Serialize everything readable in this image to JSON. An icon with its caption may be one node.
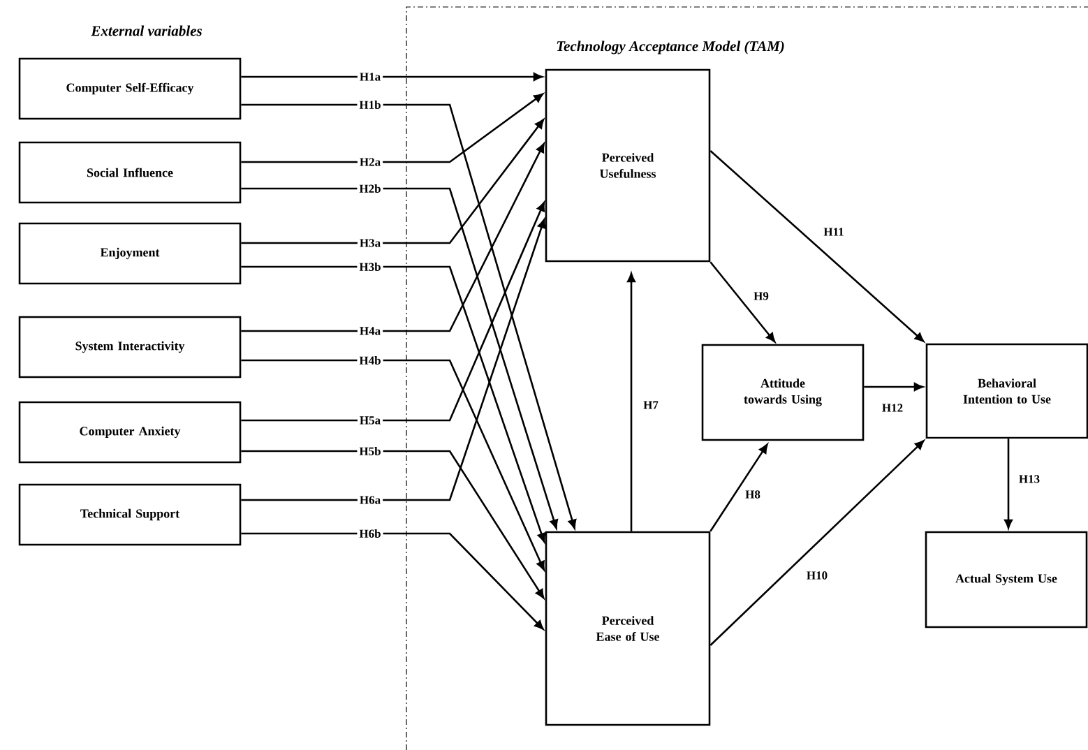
{
  "diagram": {
    "nodes": [
      {
        "text": [
          "Computer Self-Efficacy"
        ]
      },
      {
        "text": [
          "Social Influence"
        ]
      },
      {
        "text": [
          "Enjoyment"
        ]
      },
      {
        "text": [
          "System Interactivity"
        ]
      },
      {
        "text": [
          "Computer Anxiety"
        ]
      },
      {
        "text": [
          "Technical Support"
        ]
      },
      {
        "text": [
          "Perceived Usefulness"
        ]
      },
      {
        "text": [
          "Perceived Ease of Use"
        ]
      },
      {
        "text": [
          "Attitude towards Using"
        ]
      },
      {
        "text": [
          "Behavioral Intention to Use"
        ]
      },
      {
        "text": [
          "Actual System Use"
        ]
      }
    ],
    "edges": [
      {
        "from": 0,
        "to": 6,
        "arrow": "to",
        "label": "H1a"
      },
      {
        "from": 0,
        "to": 7,
        "arrow": "to",
        "label": "H1b"
      },
      {
        "from": 1,
        "to": 6,
        "arrow": "to",
        "label": "H2a"
      },
      {
        "from": 1,
        "to": 7,
        "arrow": "to",
        "label": "H2b"
      },
      {
        "from": 2,
        "to": 6,
        "arrow": "to",
        "label": "H3a"
      },
      {
        "from": 2,
        "to": 7,
        "arrow": "to",
        "label": "H3b"
      },
      {
        "from": 3,
        "to": 6,
        "arrow": "to",
        "label": "H4a"
      },
      {
        "from": 3,
        "to": 7,
        "arrow": "to",
        "label": "H4b"
      },
      {
        "from": 4,
        "to": 6,
        "arrow": "to",
        "label": "H5a"
      },
      {
        "from": 4,
        "to": 7,
        "arrow": "to",
        "label": "H5b"
      },
      {
        "from": 5,
        "to": 6,
        "arrow": "to",
        "label": "H6a"
      },
      {
        "from": 5,
        "to": 7,
        "arrow": "to",
        "label": "H6b"
      },
      {
        "from": 7,
        "to": 6,
        "arrow": "to",
        "label": "H7"
      },
      {
        "from": 7,
        "to": 8,
        "arrow": "to",
        "label": "H8"
      },
      {
        "from": 6,
        "to": 8,
        "arrow": "to",
        "label": "H9"
      },
      {
        "from": 7,
        "to": 9,
        "arrow": "to",
        "label": "H10"
      },
      {
        "from": 6,
        "to": 9,
        "arrow": "to",
        "label": "H11"
      },
      {
        "from": 8,
        "to": 9,
        "arrow": "to",
        "label": "H12"
      },
      {
        "from": 9,
        "to": 10,
        "arrow": "to",
        "label": "H13"
      }
    ],
    "labels": [
      "External variables",
      "Technology Acceptance Model (TAM)"
    ]
  }
}
